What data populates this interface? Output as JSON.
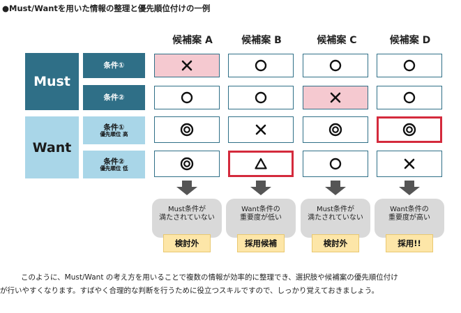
{
  "title": "●Must/Wantを用いた情報の整理と優先順位付けの一例",
  "columns": [
    "候補案 A",
    "候補案 B",
    "候補案 C",
    "候補案 D"
  ],
  "groups": {
    "must": "Must",
    "want": "Want"
  },
  "conditions": [
    {
      "label": "条件①",
      "sub": ""
    },
    {
      "label": "条件②",
      "sub": ""
    },
    {
      "label": "条件①",
      "sub": "優先順位 高"
    },
    {
      "label": "条件②",
      "sub": "優先順位 低"
    }
  ],
  "grid": [
    [
      "cross",
      "circle",
      "circle",
      "circle"
    ],
    [
      "circle",
      "circle",
      "cross",
      "circle"
    ],
    [
      "double",
      "cross",
      "double",
      "double"
    ],
    [
      "double",
      "triangle",
      "circle",
      "cross"
    ]
  ],
  "pink_cells": [
    [
      0,
      0
    ],
    [
      1,
      2
    ]
  ],
  "highlighted_cells": [
    [
      2,
      3
    ],
    [
      3,
      1
    ]
  ],
  "results": [
    {
      "note_line1": "Must条件が",
      "note_line2": "満たされていない",
      "verdict": "検討外"
    },
    {
      "note_line1": "Want条件の",
      "note_line2": "重要度が低い",
      "verdict": "採用候補"
    },
    {
      "note_line1": "Must条件が",
      "note_line2": "満たされていない",
      "verdict": "検討外"
    },
    {
      "note_line1": "Want条件の",
      "note_line2": "重要度が高い",
      "verdict": "採用!!"
    }
  ],
  "body_line1": "このように、Must/Want の考え方を用いることで複数の情報が効率的に整理でき、選択肢や候補案の優先順位付け",
  "body_line2": "が行いやすくなります。すばやく合理的な判断を行うために役立つスキルですので、しっかり覚えておきましょう。",
  "colors": {
    "must_dark": "#2f6f87",
    "want_light": "#a9d6e8",
    "pink": "#f5c9d0",
    "highlight": "#d42a3c",
    "bubble": "#d9d9d9",
    "tag": "#fde6a8",
    "arrow": "#555555"
  }
}
